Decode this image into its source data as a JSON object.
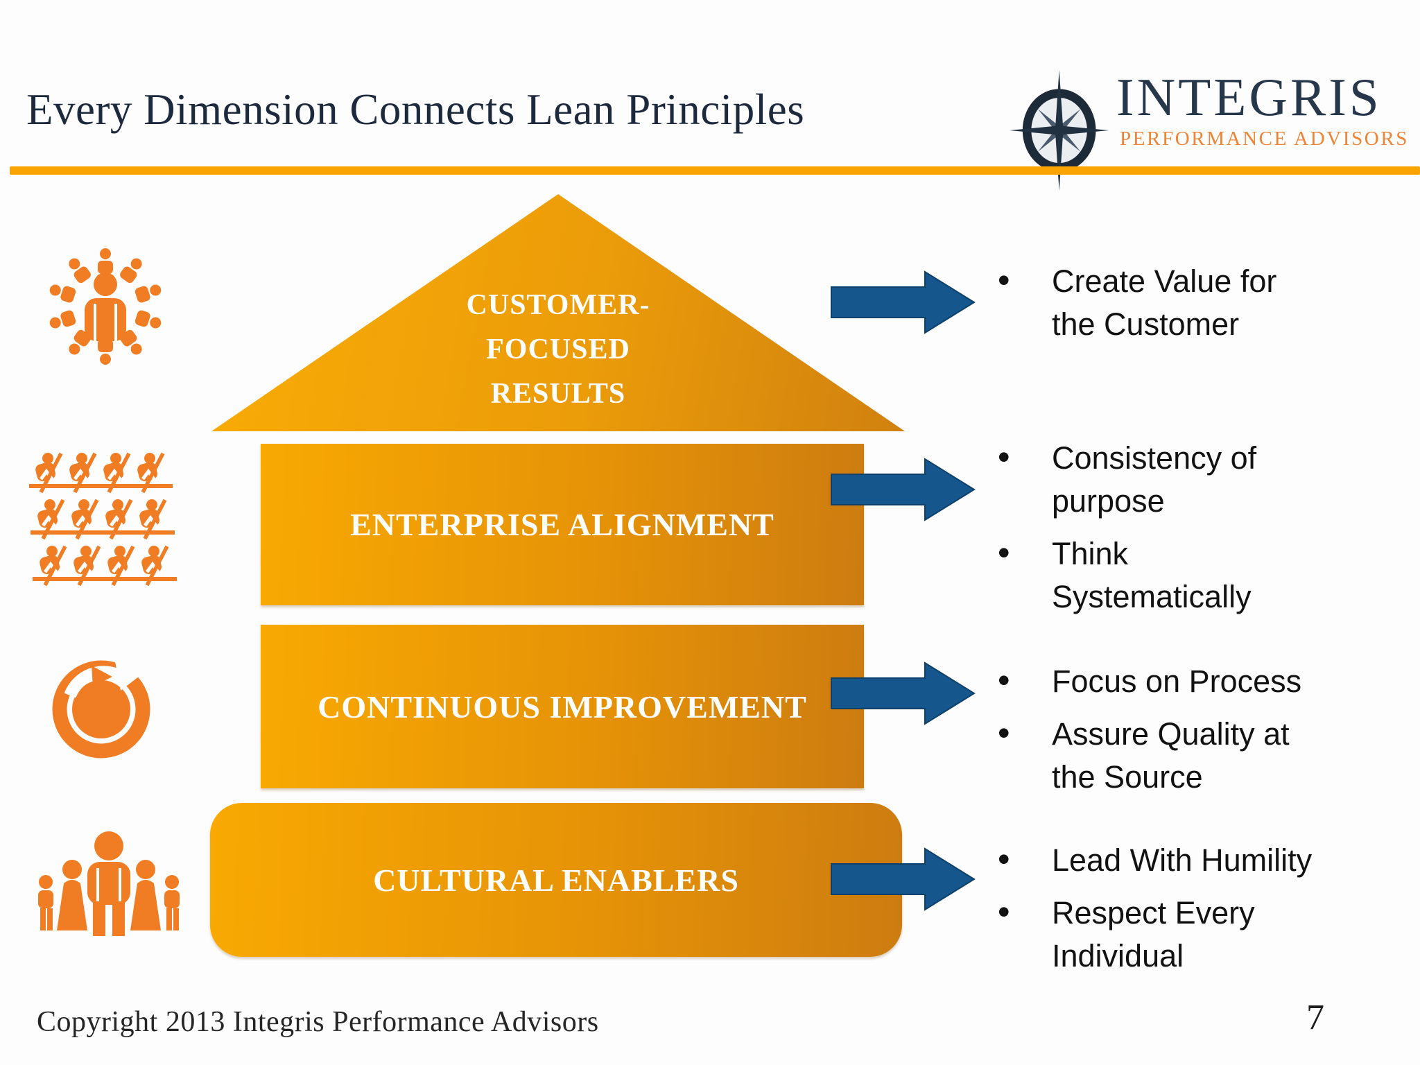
{
  "slide": {
    "title": "Every Dimension Connects Lean Principles",
    "footer": "Copyright 2013 Integris Performance Advisors",
    "page_number": "7"
  },
  "logo": {
    "brand": "INTEGRIS",
    "tagline": "PERFORMANCE ADVISORS",
    "icon": "compass-rose-icon"
  },
  "bullet_char": "•",
  "house": {
    "roof": {
      "lines": [
        "CUSTOMER-",
        "FOCUSED",
        "RESULTS"
      ]
    },
    "bars": [
      {
        "label": "ENTERPRISE ALIGNMENT"
      },
      {
        "label": "CONTINUOUS IMPROVEMENT"
      },
      {
        "label": "CULTURAL ENABLERS"
      }
    ]
  },
  "principles": [
    {
      "bullets": [
        {
          "lines": [
            "Create Value for",
            "the Customer"
          ]
        }
      ]
    },
    {
      "bullets": [
        {
          "lines": [
            "Consistency of",
            "purpose"
          ]
        },
        {
          "lines": [
            "Think",
            "Systematically"
          ]
        }
      ]
    },
    {
      "bullets": [
        {
          "lines": [
            "Focus on Process"
          ]
        },
        {
          "lines": [
            "Assure Quality at",
            "the Source"
          ]
        }
      ]
    },
    {
      "bullets": [
        {
          "lines": [
            "Lead With Humility"
          ]
        },
        {
          "lines": [
            "Respect Every",
            "Individual"
          ]
        }
      ]
    }
  ],
  "icons": [
    {
      "name": "customer-community-icon"
    },
    {
      "name": "rowing-teams-icon"
    },
    {
      "name": "continuous-cycle-icon"
    },
    {
      "name": "family-icon"
    }
  ],
  "colors": {
    "accent_orange": "#F9A402",
    "bar_gradient_start": "#F9A902",
    "bar_gradient_end": "#CD7C10",
    "icon_orange": "#F07D23",
    "arrow_blue": "#15578C",
    "title_navy": "#1D2A3E",
    "logo_navy": "#26374B",
    "logo_orange": "#EE8435",
    "text_black": "#121212"
  }
}
